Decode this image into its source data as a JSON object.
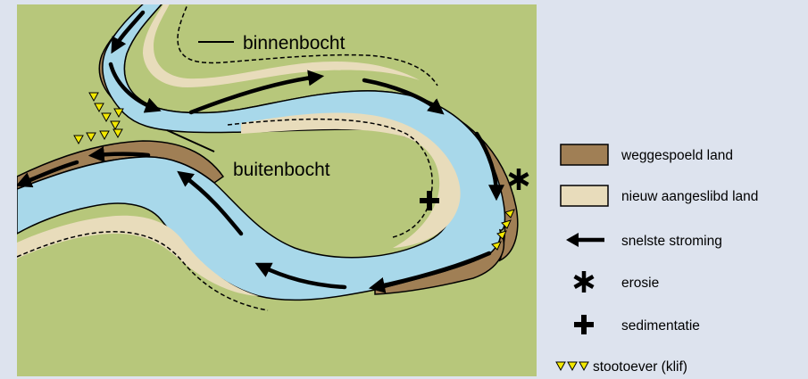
{
  "colors": {
    "background": "#dde3ee",
    "land": "#b7c77b",
    "water": "#a8d8ea",
    "eroded_land": "#a07f55",
    "deposited_land": "#e8dcbb",
    "cliff_marker": "#f2e800"
  },
  "map": {
    "label_inner_bend": "binnenbocht",
    "label_outer_bend": "buitenbocht"
  },
  "legend": {
    "items": [
      {
        "label": "weggespoeld land",
        "icon": "brown-swatch"
      },
      {
        "label": "nieuw aangeslibd land",
        "icon": "beige-swatch"
      },
      {
        "label": "snelste stroming",
        "icon": "arrow-left-icon"
      },
      {
        "label": "erosie",
        "icon": "asterisk-icon"
      },
      {
        "label": "sedimentatie",
        "icon": "plus-icon"
      },
      {
        "label": "stootoever (klif)",
        "icon": "yellow-triangles-icon"
      }
    ]
  }
}
